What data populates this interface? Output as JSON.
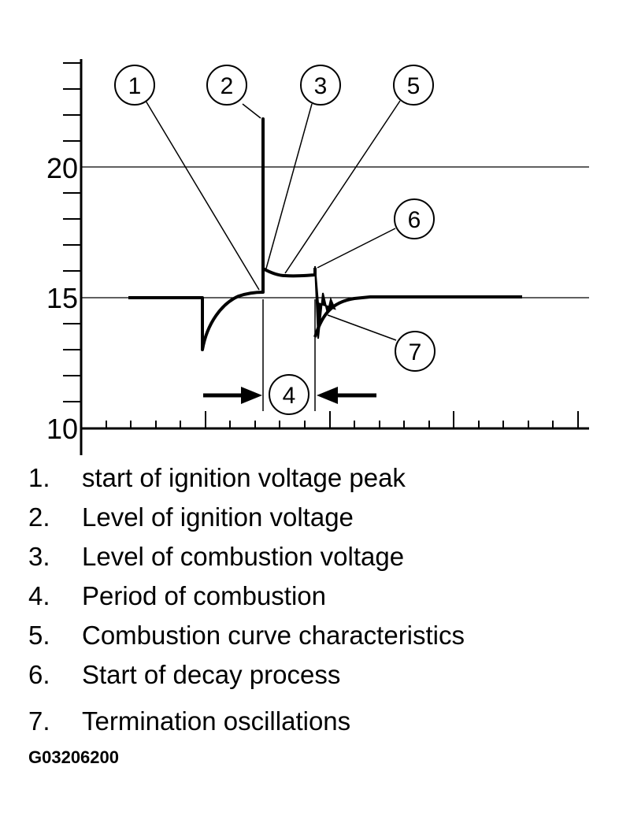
{
  "axis": {
    "y_ticks": [
      "20",
      "15",
      "10"
    ]
  },
  "callouts": [
    "1",
    "2",
    "3",
    "5",
    "6",
    "7",
    "4"
  ],
  "legend": [
    {
      "num": "1.",
      "text": "start of ignition voltage peak"
    },
    {
      "num": "2.",
      "text": "Level of ignition voltage"
    },
    {
      "num": "3.",
      "text": "Level of combustion voltage"
    },
    {
      "num": "4.",
      "text": "Period of combustion"
    },
    {
      "num": "5.",
      "text": "Combustion curve characteristics"
    },
    {
      "num": "6.",
      "text": "Start of decay process"
    },
    {
      "num": "7.",
      "text": "Termination oscillations"
    }
  ],
  "figure_id": "G03206200"
}
